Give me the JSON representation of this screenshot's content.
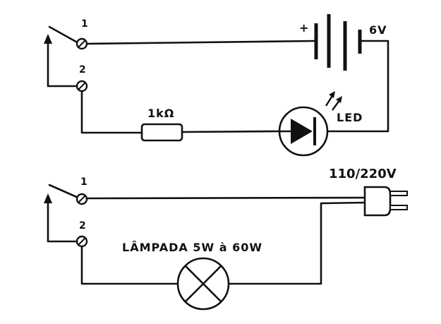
{
  "top_circuit": {
    "switch_terminal_1": "1",
    "switch_terminal_2": "2",
    "battery_plus": "+",
    "battery_voltage": "6V",
    "resistor_value": "1kΩ",
    "led_label": "LED"
  },
  "bottom_circuit": {
    "switch_terminal_1": "1",
    "switch_terminal_2": "2",
    "mains_voltage": "110/220V",
    "lamp_label": "LÂMPADA 5W à 60W"
  },
  "colors": {
    "ink": "#111111",
    "paper": "#ffffff"
  }
}
